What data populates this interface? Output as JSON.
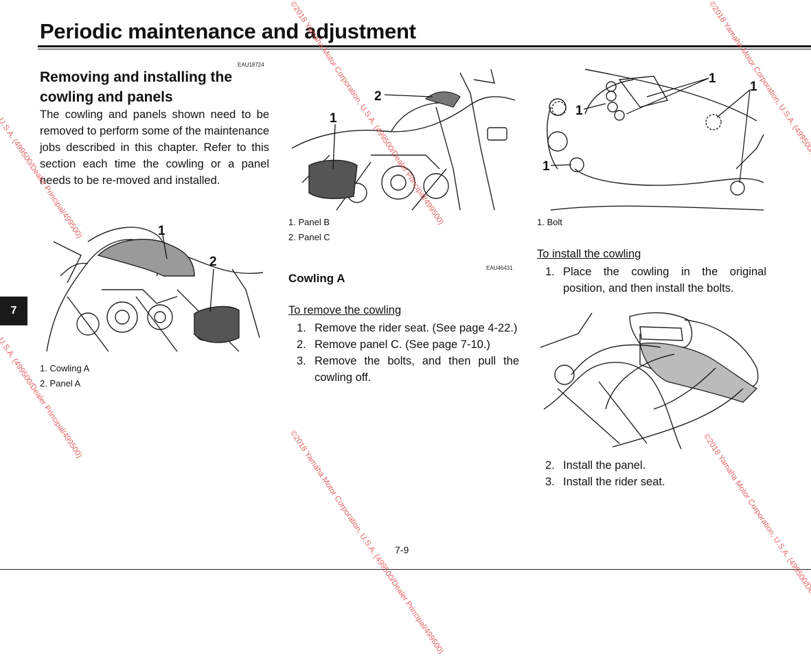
{
  "page": {
    "title": "Periodic maintenance and adjustment",
    "chapter_tab": "7",
    "page_number": "7-9"
  },
  "left": {
    "code": "EAU18724",
    "section_title": "Removing and installing the cowling and panels",
    "intro": "The cowling and panels shown need to be removed to perform some of the maintenance jobs described in this chapter. Refer to this section each time the cowling or a panel needs to be re-moved and installed.",
    "figure_labels": [
      "1",
      "2"
    ],
    "captions": [
      "1.  Cowling A",
      "2.  Panel A"
    ]
  },
  "middle": {
    "figure_labels": [
      "1",
      "2"
    ],
    "captions": [
      "1.  Panel B",
      "2.  Panel C"
    ],
    "code": "EAU46431",
    "subheading": "Cowling A",
    "remove_heading": "To remove the cowling",
    "steps": [
      {
        "n": "1.",
        "text": "Remove the rider seat. (See page 4-22.)"
      },
      {
        "n": "2.",
        "text": "Remove panel C. (See page 7-10.)"
      },
      {
        "n": "3.",
        "text": "Remove the bolts, and then pull the cowling off."
      }
    ]
  },
  "right": {
    "figure_label": "1",
    "caption": "1.  Bolt",
    "install_heading": "To install the cowling",
    "steps": [
      {
        "n": "1.",
        "text": "Place the cowling in the original position, and then install the bolts."
      }
    ],
    "steps_after": [
      {
        "n": "2.",
        "text": "Install the panel."
      },
      {
        "n": "3.",
        "text": "Install the rider seat."
      }
    ]
  },
  "watermarks": {
    "yamaha": "©2018 Yamaha Motor Corporation, U.S.A. (499500/Dealer Principal/499500)",
    "dealer": "U.S.A. (499500/Dealer Principal/499500)"
  },
  "colors": {
    "watermark": "#e0484d",
    "text": "#111111",
    "tab_bg": "#1a1a1a"
  }
}
